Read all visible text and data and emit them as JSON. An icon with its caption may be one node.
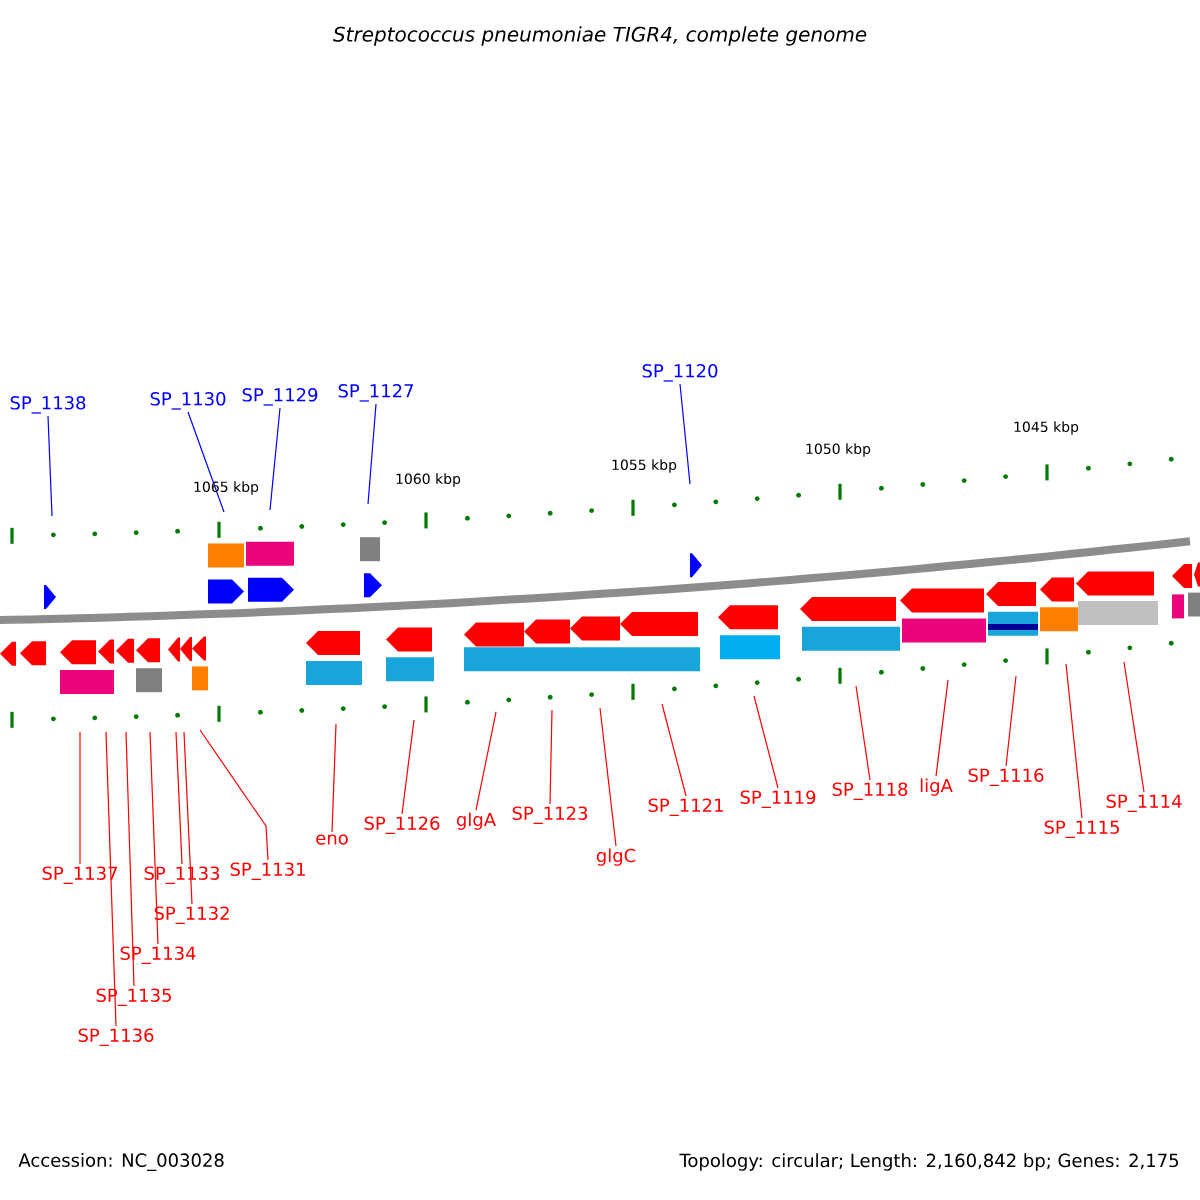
{
  "diagram": {
    "title": "Streptococcus pneumoniae TIGR4, complete genome",
    "nodes": [
      {
        "text": [
          "SP_1138"
        ]
      },
      {
        "text": [
          "SP_1130"
        ]
      },
      {
        "text": [
          "SP_1129"
        ]
      },
      {
        "text": [
          "SP_1127"
        ]
      },
      {
        "text": [
          "SP_1120"
        ]
      },
      {
        "text": [
          "SP_1137"
        ]
      },
      {
        "text": [
          "SP_1136"
        ]
      },
      {
        "text": [
          "SP_1135"
        ]
      },
      {
        "text": [
          "SP_1134"
        ]
      },
      {
        "text": [
          "SP_1133"
        ]
      },
      {
        "text": [
          "SP_1132"
        ]
      },
      {
        "text": [
          "SP_1131"
        ]
      },
      {
        "text": [
          "eno"
        ]
      },
      {
        "text": [
          "SP_1126"
        ]
      },
      {
        "text": [
          "glgA"
        ]
      },
      {
        "text": [
          "SP_1123"
        ]
      },
      {
        "text": [
          "glgC"
        ]
      },
      {
        "text": [
          "SP_1121"
        ]
      },
      {
        "text": [
          "SP_1119"
        ]
      },
      {
        "text": [
          "SP_1118"
        ]
      },
      {
        "text": [
          "ligA"
        ]
      },
      {
        "text": [
          "SP_1116"
        ]
      },
      {
        "text": [
          "SP_1115"
        ]
      },
      {
        "text": [
          "SP_1114"
        ]
      }
    ],
    "edges": [
      {
        "from": 0,
        "to": null,
        "arrow": "none",
        "color": "#0000ff"
      },
      {
        "from": 1,
        "to": null,
        "arrow": "none",
        "color": "#0000ff"
      },
      {
        "from": 2,
        "to": null,
        "arrow": "none",
        "color": "#0000ff"
      },
      {
        "from": 3,
        "to": null,
        "arrow": "none",
        "color": "#0000ff"
      },
      {
        "from": 4,
        "to": null,
        "arrow": "none",
        "color": "#0000ff"
      },
      {
        "from": 5,
        "to": null,
        "arrow": "none"
      },
      {
        "from": 6,
        "to": null,
        "arrow": "none"
      },
      {
        "from": 7,
        "to": null,
        "arrow": "none"
      },
      {
        "from": 8,
        "to": null,
        "arrow": "none"
      },
      {
        "from": 9,
        "to": null,
        "arrow": "none"
      },
      {
        "from": 10,
        "to": null,
        "arrow": "none"
      },
      {
        "from": 11,
        "to": null,
        "arrow": "none"
      },
      {
        "from": 12,
        "to": null,
        "arrow": "none"
      },
      {
        "from": 13,
        "to": null,
        "arrow": "none"
      },
      {
        "from": 14,
        "to": null,
        "arrow": "none"
      },
      {
        "from": 15,
        "to": null,
        "arrow": "none"
      },
      {
        "from": 16,
        "to": null,
        "arrow": "none"
      },
      {
        "from": 17,
        "to": null,
        "arrow": "none"
      },
      {
        "from": 18,
        "to": null,
        "arrow": "none"
      },
      {
        "from": 19,
        "to": null,
        "arrow": "none"
      },
      {
        "from": 20,
        "to": null,
        "arrow": "none"
      },
      {
        "from": 21,
        "to": null,
        "arrow": "none"
      },
      {
        "from": 22,
        "to": null,
        "arrow": "none"
      },
      {
        "from": 23,
        "to": null,
        "arrow": "none"
      }
    ],
    "labels": [
      "1065 kbp",
      "1060 kbp",
      "1055 kbp",
      "1050 kbp",
      "1045 kbp",
      "Accession: NC_003028",
      "Topology: circular; Length: 2,160,842 bp; Genes: 2,175"
    ]
  }
}
